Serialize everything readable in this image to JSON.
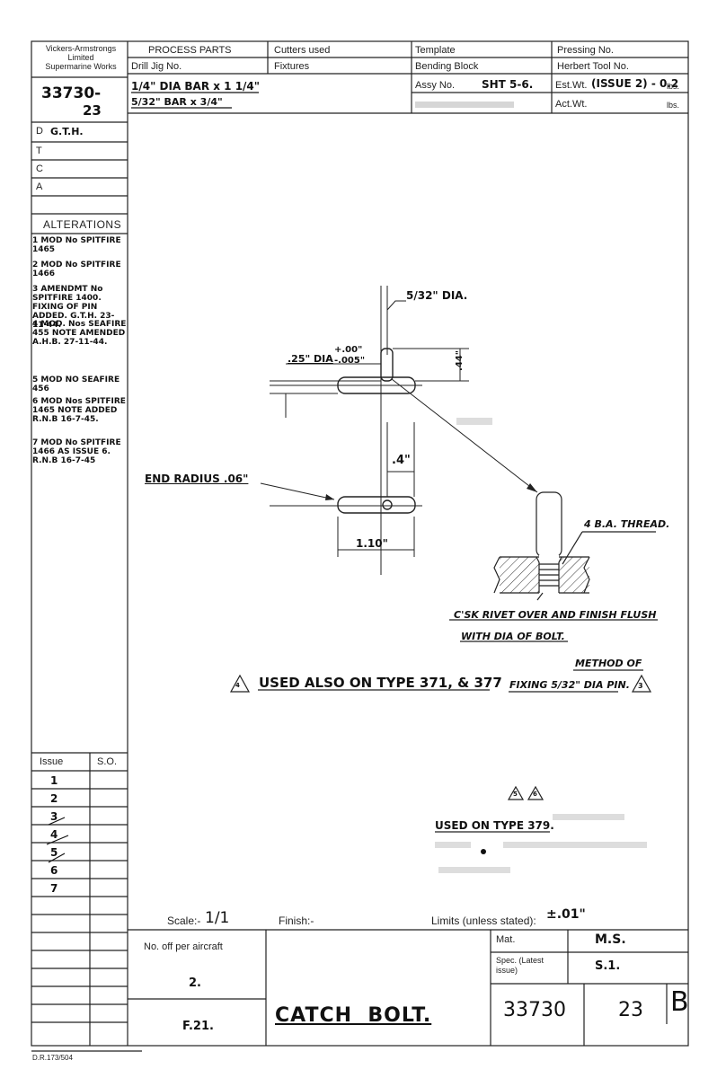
{
  "header": {
    "company": [
      "Vickers-Armstrongs",
      "Limited",
      "Supermarine Works"
    ],
    "process_parts": "PROCESS PARTS",
    "cutters_used": "Cutters used",
    "template": "Template",
    "pressing_no": "Pressing No.",
    "drill_jig_no": "Drill Jig No.",
    "fixtures": "Fixtures",
    "bending_block": "Bending Block",
    "herbert_tool_no": "Herbert Tool No.",
    "material_line1": "1/4\" DIA BAR x 1 1/4\"",
    "material_line2": "5/32\" BAR x 3/4\"",
    "assy_no_label": "Assy No.",
    "assy_no_value": "SHT 5-6.",
    "est_wt_label": "Est.Wt.",
    "est_wt_value": "(ISSUE 2) - 0.2",
    "est_wt_unit": "lbs.",
    "act_wt_label": "Act.Wt.",
    "act_wt_unit": "lbs."
  },
  "left_column": {
    "drawing_no": "33730-",
    "drawing_sub": "23",
    "sign_d": "D",
    "sign_d_value": "G.T.H.",
    "sign_t": "T",
    "sign_c": "C",
    "sign_a": "A",
    "alterations_title": "ALTERATIONS",
    "alterations": [
      "1 MOD No SPITFIRE 1465",
      "2 MOD No SPITFIRE 1466",
      "3 AMENDMT No SPITFIRE 1400. FIXING OF PIN ADDED. G.T.H. 23-11-44.",
      "4 MOD. Nos SEAFIRE 455 NOTE AMENDED A.H.B. 27-11-44.",
      "5 MOD NO SEAFIRE 456",
      "6 MOD Nos SPITFIRE 1465 NOTE ADDED R.N.B 16-7-45.",
      "7 MOD No SPITFIRE 1466 AS ISSUE 6. R.N.B 16-7-45"
    ],
    "issue_header": "Issue",
    "so_header": "S.O.",
    "issues": [
      "1",
      "2",
      "3",
      "4",
      "5",
      "6",
      "7"
    ]
  },
  "drawing": {
    "dia_label": "5/32\" DIA.",
    "bore_label": ".25\" DIA",
    "tol_plus": "+.00\"",
    "tol_minus": "-.005\"",
    "height_dim": ".44\"",
    "width_dim": ".4\"",
    "end_radius": "END RADIUS .06\"",
    "length_dim": "1.10\"",
    "thread": "4 B.A. THREAD.",
    "rivet_note_1": "C'SK RIVET OVER AND FINISH FLUSH",
    "rivet_note_2": "WITH DIA OF BOLT.",
    "used_also": "USED ALSO ON TYPE 371, & 377",
    "method_1": "METHOD OF",
    "method_2": "FIXING 5/32\" DIA PIN.",
    "tri_4": "4",
    "tri_3": "3",
    "tri_5": "5",
    "tri_6": "6",
    "used_on_379": "USED ON TYPE 379."
  },
  "title_block": {
    "scale_label": "Scale:-",
    "scale_value": "1/1",
    "finish_label": "Finish:-",
    "limits_label": "Limits (unless stated):",
    "limits_value": "±.01\"",
    "no_off_label": "No. off per aircraft",
    "no_off_value": "2.",
    "f21": "F.21.",
    "title": "CATCH  BOLT.",
    "mat_label": "Mat.",
    "mat_value": "M.S.",
    "spec_label": "Spec. (Latest issue)",
    "spec_value": "S.1.",
    "part_no": "33730",
    "part_suffix": "23",
    "issue_letter": "B",
    "footer_code": "D.R.173/504"
  }
}
